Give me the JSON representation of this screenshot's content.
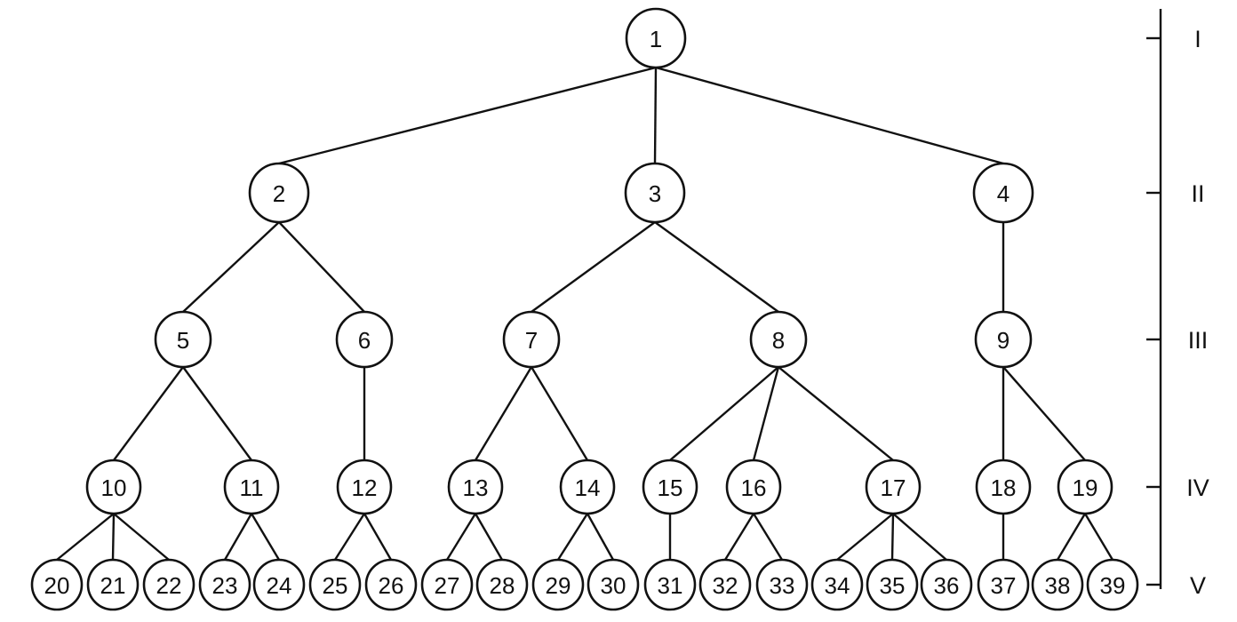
{
  "tree": {
    "levels": [
      {
        "label": "I",
        "nodes": [
          "1"
        ]
      },
      {
        "label": "II",
        "nodes": [
          "2",
          "3",
          "4"
        ]
      },
      {
        "label": "III",
        "nodes": [
          "5",
          "6",
          "7",
          "8",
          "9"
        ]
      },
      {
        "label": "IV",
        "nodes": [
          "10",
          "11",
          "12",
          "13",
          "14",
          "15",
          "16",
          "17",
          "18",
          "19"
        ]
      },
      {
        "label": "V",
        "nodes": [
          "20",
          "21",
          "22",
          "23",
          "24",
          "25",
          "26",
          "27",
          "28",
          "29",
          "30",
          "31",
          "32",
          "33",
          "34",
          "35",
          "36",
          "37",
          "38",
          "39"
        ]
      }
    ],
    "edges": [
      [
        "1",
        "2"
      ],
      [
        "1",
        "3"
      ],
      [
        "1",
        "4"
      ],
      [
        "2",
        "5"
      ],
      [
        "2",
        "6"
      ],
      [
        "3",
        "7"
      ],
      [
        "3",
        "8"
      ],
      [
        "4",
        "9"
      ],
      [
        "5",
        "10"
      ],
      [
        "5",
        "11"
      ],
      [
        "6",
        "12"
      ],
      [
        "7",
        "13"
      ],
      [
        "7",
        "14"
      ],
      [
        "8",
        "15"
      ],
      [
        "8",
        "16"
      ],
      [
        "8",
        "17"
      ],
      [
        "9",
        "18"
      ],
      [
        "9",
        "19"
      ],
      [
        "10",
        "20"
      ],
      [
        "10",
        "21"
      ],
      [
        "10",
        "22"
      ],
      [
        "11",
        "23"
      ],
      [
        "11",
        "24"
      ],
      [
        "12",
        "25"
      ],
      [
        "12",
        "26"
      ],
      [
        "13",
        "27"
      ],
      [
        "13",
        "28"
      ],
      [
        "14",
        "29"
      ],
      [
        "14",
        "30"
      ],
      [
        "15",
        "31"
      ],
      [
        "16",
        "32"
      ],
      [
        "16",
        "33"
      ],
      [
        "17",
        "34"
      ],
      [
        "17",
        "35"
      ],
      [
        "17",
        "36"
      ],
      [
        "18",
        "37"
      ],
      [
        "19",
        "38"
      ],
      [
        "19",
        "39"
      ]
    ]
  },
  "colors": {
    "line": "#111111",
    "fill": "#ffffff",
    "text": "#111111"
  }
}
